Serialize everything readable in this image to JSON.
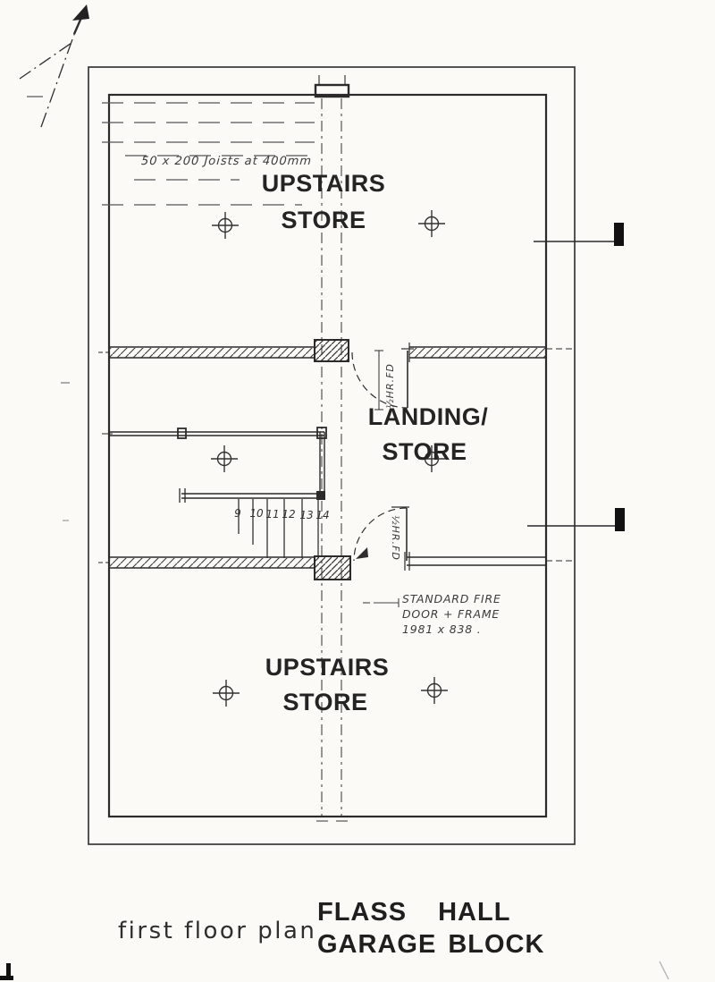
{
  "drawing": {
    "plan_label": "first floor plan",
    "project_title_line1": "FLASS HALL",
    "project_title_line2": "GARAGE BLOCK"
  },
  "rooms": {
    "upstairs_store_top": {
      "line1": "UPSTAIRS",
      "line2": "STORE"
    },
    "landing": {
      "line1": "LANDING/",
      "line2": "STORE"
    },
    "upstairs_store_bottom": {
      "line1": "UPSTAIRS",
      "line2": "STORE"
    }
  },
  "annotations": {
    "joist_note": "50 x 200 Joists at 400mm",
    "fire_door_note_line1": "STANDARD FIRE",
    "fire_door_note_line2": "DOOR + FRAME",
    "fire_door_note_line3": "1981 x 838 .",
    "fire_rating_top_door": "½HR.FD",
    "fire_rating_bottom_door": "½HR.FD"
  },
  "stairs": {
    "tread_numbers": [
      "9",
      "10",
      "11",
      "12",
      "13",
      "14"
    ]
  },
  "colors": {
    "ink": "#2b2b2b",
    "paper": "#fbfaf7",
    "label_ink": "#242424"
  }
}
